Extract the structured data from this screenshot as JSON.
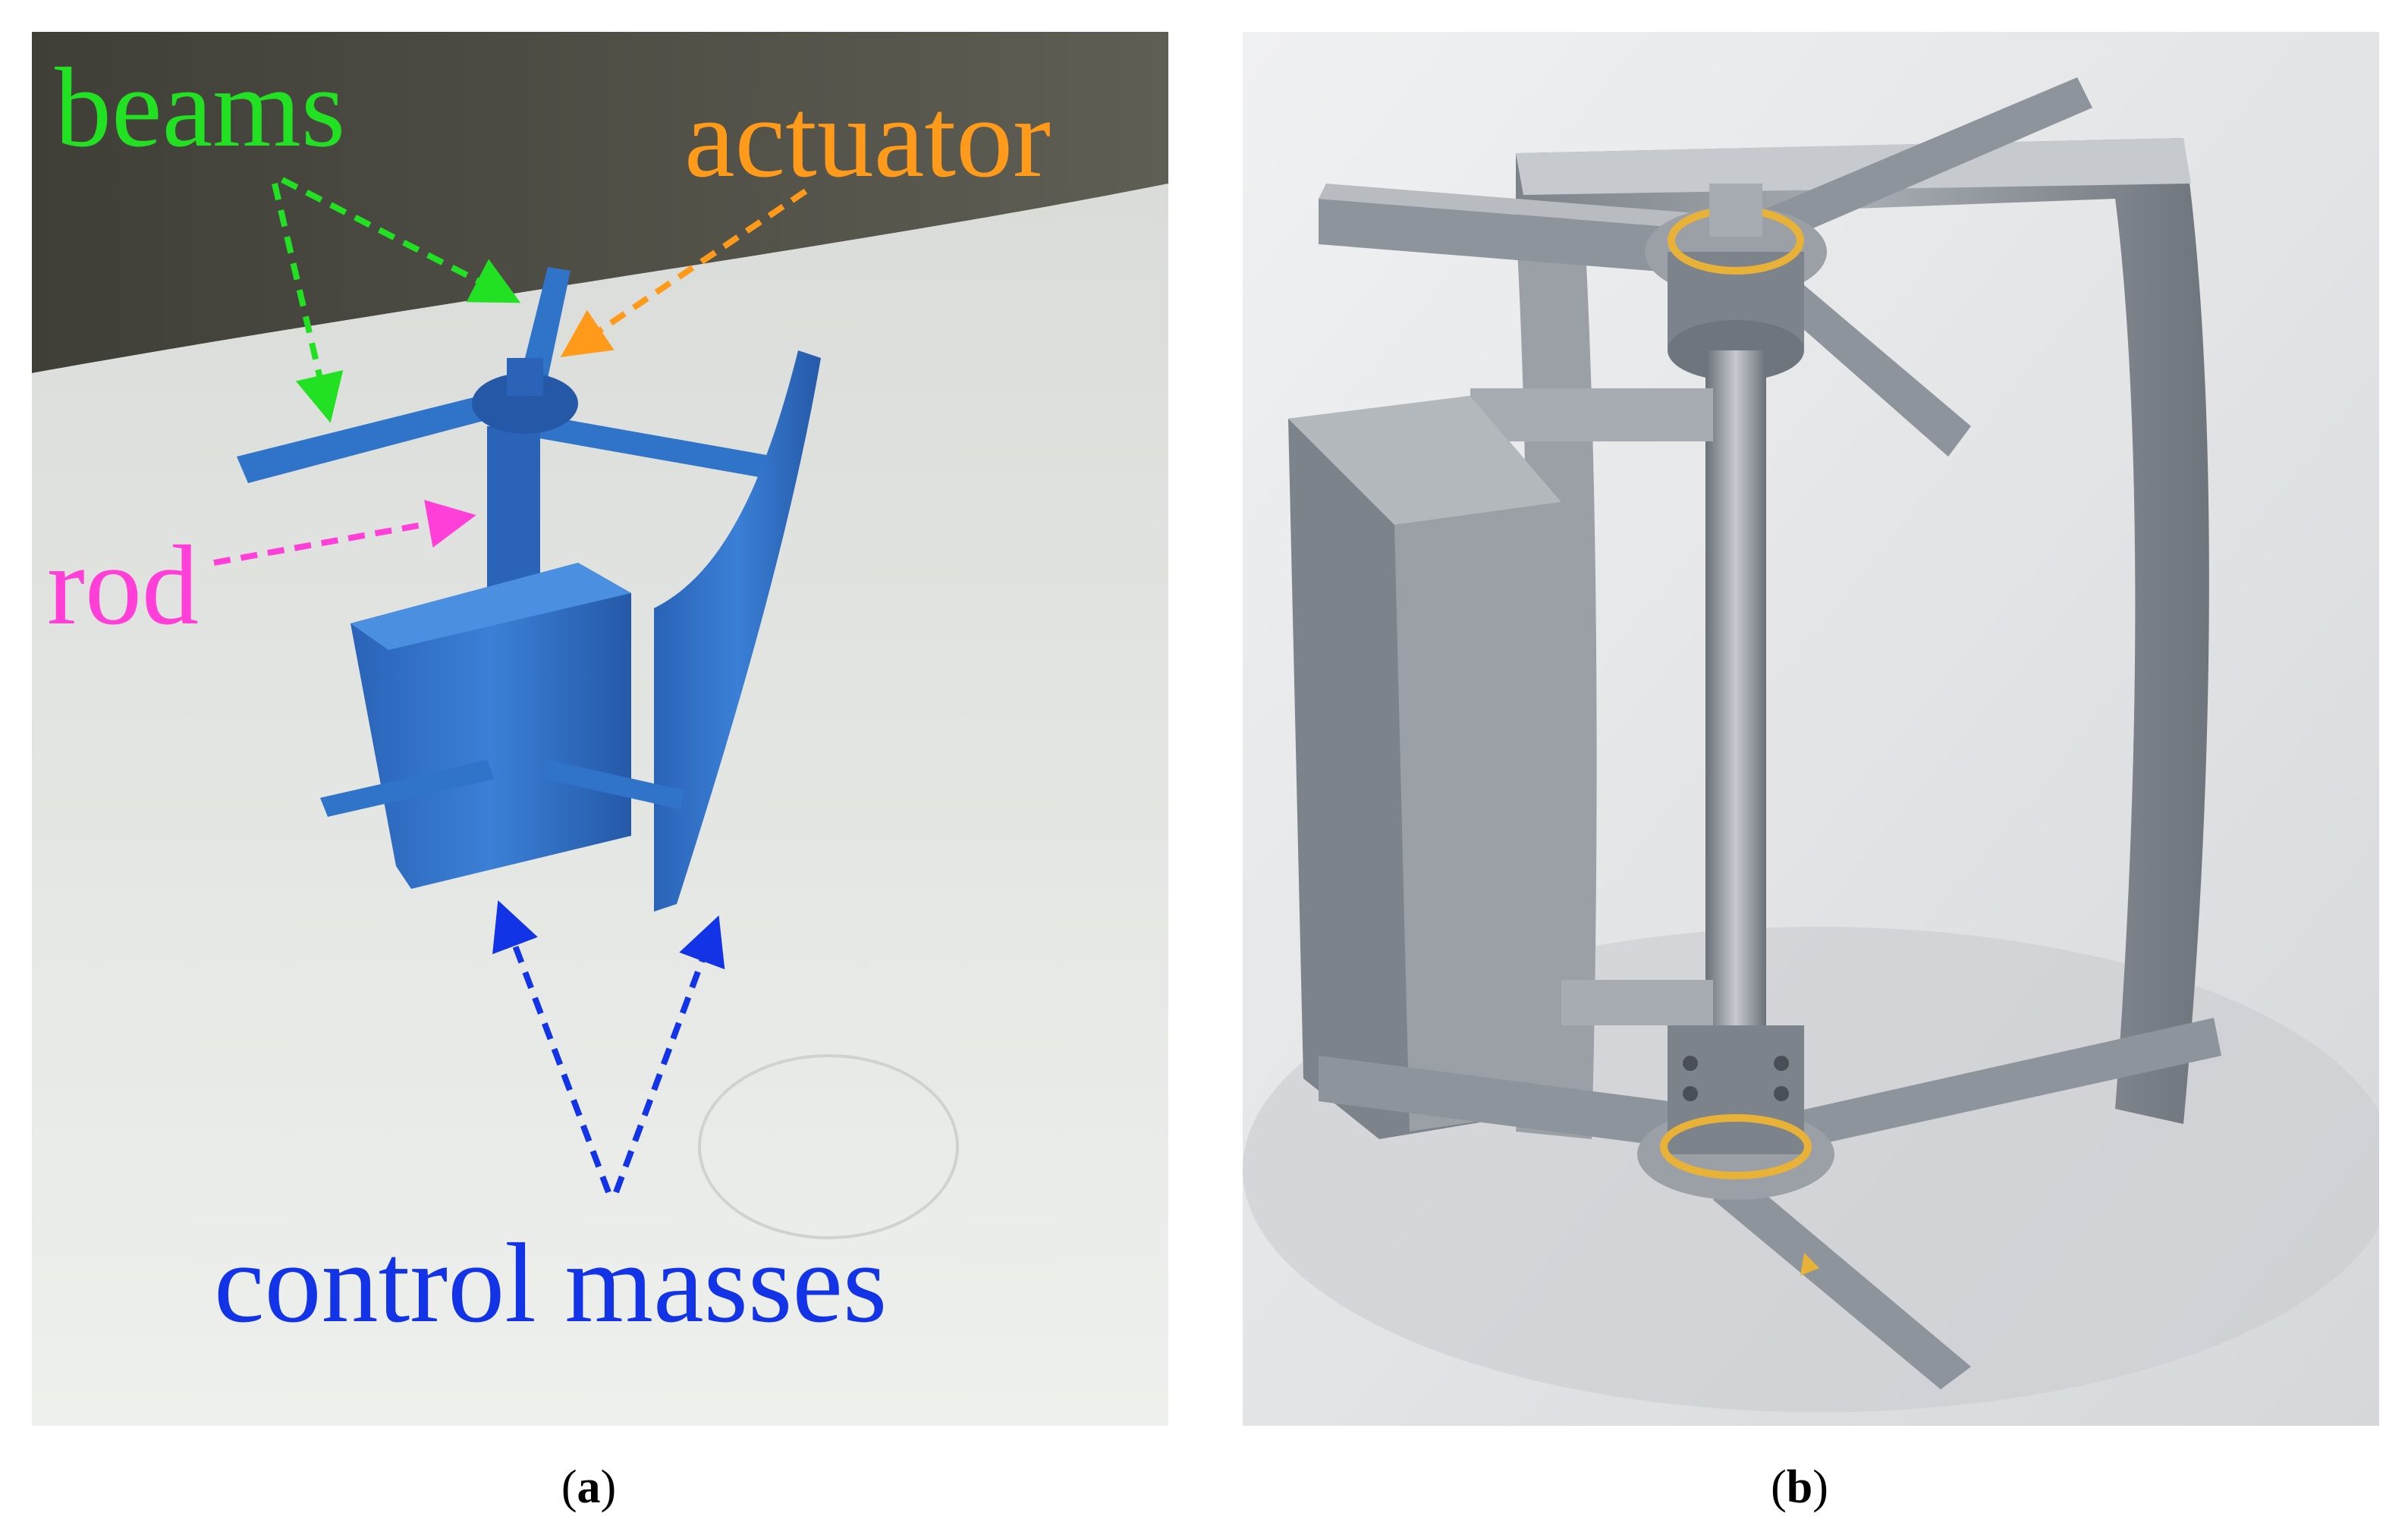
{
  "panel_a": {
    "labels": {
      "beams": "beams",
      "actuator": "actuator",
      "rod": "rod",
      "control_masses": "control masses"
    },
    "colors": {
      "beams": "#22e022",
      "actuator": "#ff9a1a",
      "rod": "#ff3fd7",
      "control_masses": "#1333e6",
      "part": "#2f74c9",
      "wall": "#4d4d44",
      "table": "#e6e8e4"
    },
    "caption_letter": "a"
  },
  "panel_b": {
    "colors": {
      "metal": "#8e949b",
      "metal_dark": "#5f656c",
      "metal_light": "#c6cacf",
      "bearing": "#e8b238",
      "background": "#e3e5e7"
    },
    "caption_letter": "b"
  }
}
